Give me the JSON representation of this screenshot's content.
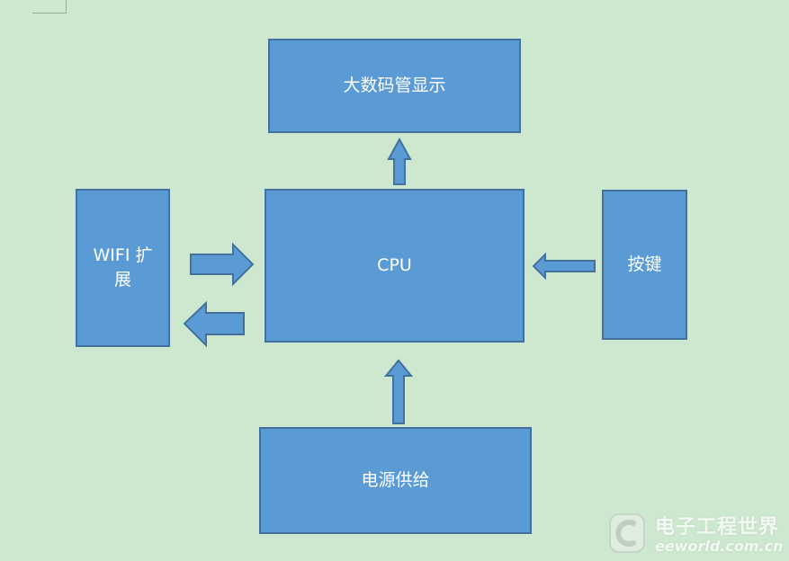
{
  "diagram": {
    "nodes": {
      "display": {
        "label": "大数码管显示"
      },
      "cpu": {
        "label": "CPU"
      },
      "wifi": {
        "label_line1": "WIFI 扩",
        "label_line2": "展"
      },
      "keys": {
        "label": "按键"
      },
      "power": {
        "label": "电源供给"
      }
    },
    "edges": [
      {
        "from": "cpu",
        "to": "display",
        "direction": "up"
      },
      {
        "from": "wifi",
        "to": "cpu",
        "direction": "right"
      },
      {
        "from": "cpu",
        "to": "wifi",
        "direction": "left"
      },
      {
        "from": "keys",
        "to": "cpu",
        "direction": "left"
      },
      {
        "from": "power",
        "to": "cpu",
        "direction": "up"
      }
    ],
    "colors": {
      "background": "#cde8cf",
      "box_fill": "#5b9bd5",
      "box_border": "#41719c",
      "text": "#ffffff"
    }
  },
  "watermark": {
    "name_cn": "电子工程世界",
    "name_en": "eeworld.com.cn",
    "logo_icon": "eeworld-logo-icon"
  }
}
